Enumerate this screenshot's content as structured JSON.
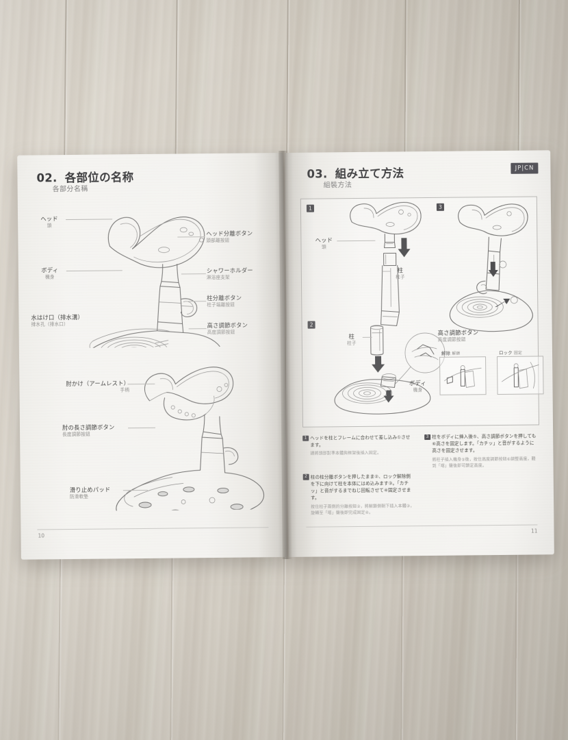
{
  "scene": {
    "background_color": "#d9d3c8",
    "description": "photo of an open instruction booklet lying on a light wood floor"
  },
  "booklet": {
    "left_page": {
      "section_number": "02.",
      "title_jp": "各部位の名称",
      "title_cn": "各部分名稱",
      "page_number": "10",
      "callouts_left": [
        {
          "jp": "ヘッド",
          "cn": "頭"
        },
        {
          "jp": "ボディ",
          "cn": "機身"
        },
        {
          "jp": "水はけ口（排水溝）",
          "cn": "排水孔（排水口）"
        },
        {
          "jp": "肘かけ（アームレスト）",
          "cn": "手柄"
        },
        {
          "jp": "肘の長さ調節ボタン",
          "cn": "長度調節按鈕"
        },
        {
          "jp": "滑り止めパッド",
          "cn": "防滑軟墊"
        }
      ],
      "callouts_right": [
        {
          "jp": "ヘッド分離ボタン",
          "cn": "頭部離按鈕"
        },
        {
          "jp": "シャワーホルダー",
          "cn": "淋浴座支架"
        },
        {
          "jp": "柱分離ボタン",
          "cn": "柱子端離按鈕"
        },
        {
          "jp": "高さ調節ボタン",
          "cn": "高度調節按鈕"
        }
      ]
    },
    "right_page": {
      "section_number": "03.",
      "title_jp": "組み立て方法",
      "title_cn": "組裝方法",
      "lang_badge": "JP|CN",
      "page_number": "11",
      "panels": [
        {
          "number": "1",
          "labels": [
            {
              "jp": "ヘッド",
              "cn": "頭"
            },
            {
              "jp": "柱",
              "cn": "柱子"
            }
          ]
        },
        {
          "number": "2",
          "labels": [
            {
              "jp": "柱",
              "cn": "柱子"
            },
            {
              "jp": "ボディ",
              "cn": "機身"
            }
          ]
        },
        {
          "number": "3",
          "labels": [
            {
              "jp": "高さ調節ボタン",
              "cn": "高度調節按鈕"
            }
          ],
          "mini_boxes": [
            {
              "jp": "解除",
              "cn": "解鎖"
            },
            {
              "jp": "ロック",
              "cn": "固定"
            }
          ]
        }
      ],
      "captions": [
        {
          "number": "1",
          "jp": "ヘッドを柱とフレームに合わせて差し込み①させます。",
          "cn": "請將頭部對準本體與框架後插入固定。"
        },
        {
          "number": "2",
          "jp": "柱の柱分離ボタンを押したまま②、ロック解除側を下に向けて柱を本体にはめ込みます③。「カチッ」と音がするまでねじ回転させて④固定させます。",
          "cn": "按住柱子兩側的分離按鈕②，將解鎖側朝下插入本體③，旋轉至「喀」聲後即完成固定④。"
        },
        {
          "number": "3",
          "jp": "柱をボディに挿入後⑤、高さ調節ボタンを押しても⑥高さを固定します。「カチッ」と音がするように高さを固定させます。",
          "cn": "將柱子插入機身⑤後，按住高度調節按鈕⑥調整高度，聽到「喀」聲後即可鎖定高度。"
        }
      ]
    }
  },
  "colors": {
    "paper": "#f4f3f0",
    "ink_dark": "#3b3b3d",
    "ink_mid": "#6d6c6b",
    "ink_light": "#8d8c8a",
    "badge_bg": "#4e4d51"
  }
}
